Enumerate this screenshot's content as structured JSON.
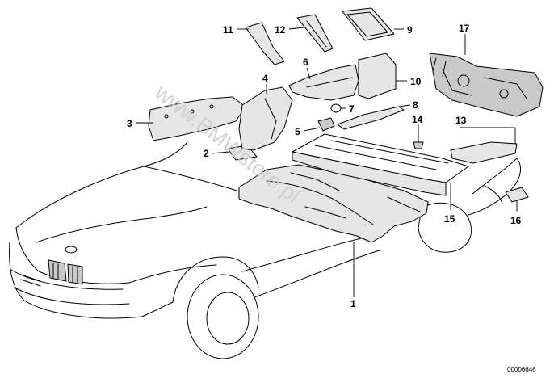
{
  "diagram": {
    "watermark": "www.BMWstore.pl",
    "reference_code": "00006646",
    "callouts": [
      {
        "id": "c1",
        "label": "1"
      },
      {
        "id": "c2",
        "label": "2"
      },
      {
        "id": "c3",
        "label": "3"
      },
      {
        "id": "c4",
        "label": "4"
      },
      {
        "id": "c5",
        "label": "5"
      },
      {
        "id": "c6",
        "label": "6"
      },
      {
        "id": "c7",
        "label": "7"
      },
      {
        "id": "c8",
        "label": "8"
      },
      {
        "id": "c9",
        "label": "9"
      },
      {
        "id": "c10",
        "label": "10"
      },
      {
        "id": "c11",
        "label": "11"
      },
      {
        "id": "c12",
        "label": "12"
      },
      {
        "id": "c13",
        "label": "13"
      },
      {
        "id": "c14",
        "label": "14"
      },
      {
        "id": "c15",
        "label": "15"
      },
      {
        "id": "c16",
        "label": "16"
      },
      {
        "id": "c17",
        "label": "17"
      }
    ]
  }
}
